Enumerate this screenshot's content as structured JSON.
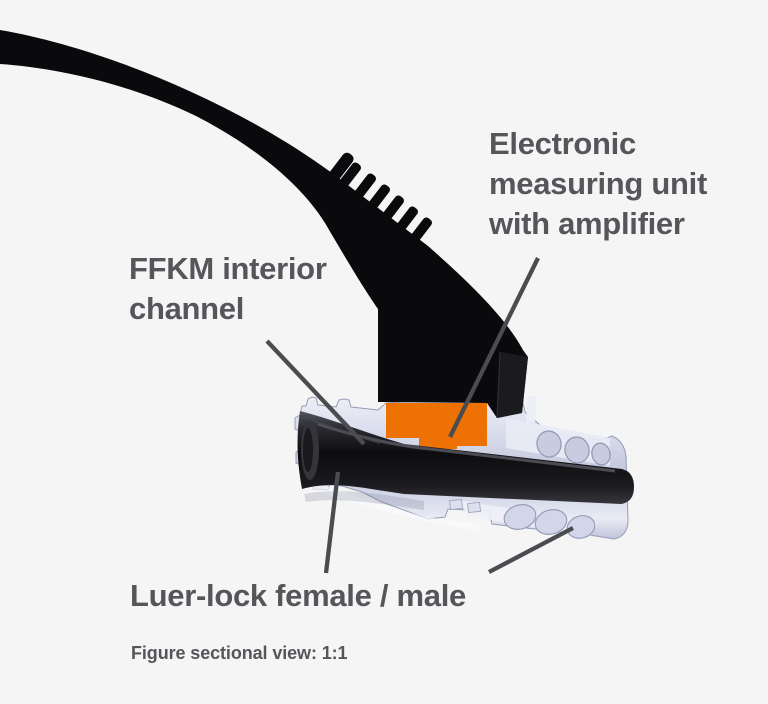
{
  "figure": {
    "labels": {
      "electronic_lines": [
        "Electronic",
        "measuring unit",
        "with amplifier"
      ],
      "ffkm_lines": [
        "FFKM interior",
        "channel"
      ],
      "luer": "Luer-lock female / male",
      "caption": "Figure sectional view: 1:1"
    },
    "colors": {
      "background": "#f5f5f6",
      "accent_orange": "#ee7203",
      "housing_black": "#0a0a0c",
      "body_lavender": "#d7daea",
      "label_text": "#55565a",
      "leader_line": "#4b4c4f"
    },
    "parts": [
      {
        "name": "cable"
      },
      {
        "name": "strain-relief"
      },
      {
        "name": "electronic-measuring-unit-with-amplifier"
      },
      {
        "name": "ffkm-interior-channel"
      },
      {
        "name": "luer-lock-connector-female-male"
      }
    ]
  }
}
